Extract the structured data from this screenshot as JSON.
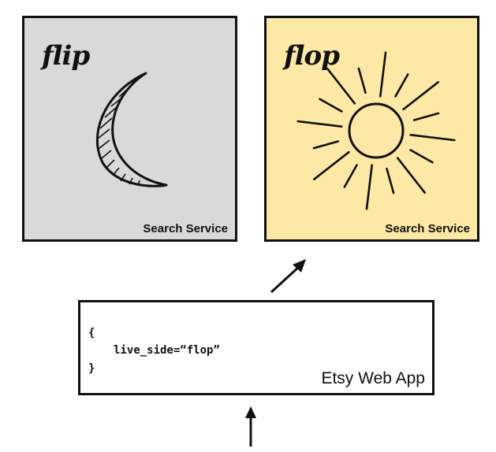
{
  "services": [
    {
      "handwritten_label": "flip",
      "caption": "Search Service",
      "illustration_icon": "moon-icon",
      "background": "#d9d9d9"
    },
    {
      "handwritten_label": "flop",
      "caption": "Search Service",
      "illustration_icon": "sun-icon",
      "background": "#fde8a6"
    }
  ],
  "web_app": {
    "code_open": "{",
    "code_line": "live_side=“flop”",
    "code_close": "}",
    "label": "Etsy Web App"
  },
  "arrows": [
    {
      "from": "web-app",
      "to": "flop-service",
      "icon": "arrow-icon"
    },
    {
      "from": "incoming-request",
      "to": "web-app",
      "icon": "arrow-icon"
    }
  ]
}
